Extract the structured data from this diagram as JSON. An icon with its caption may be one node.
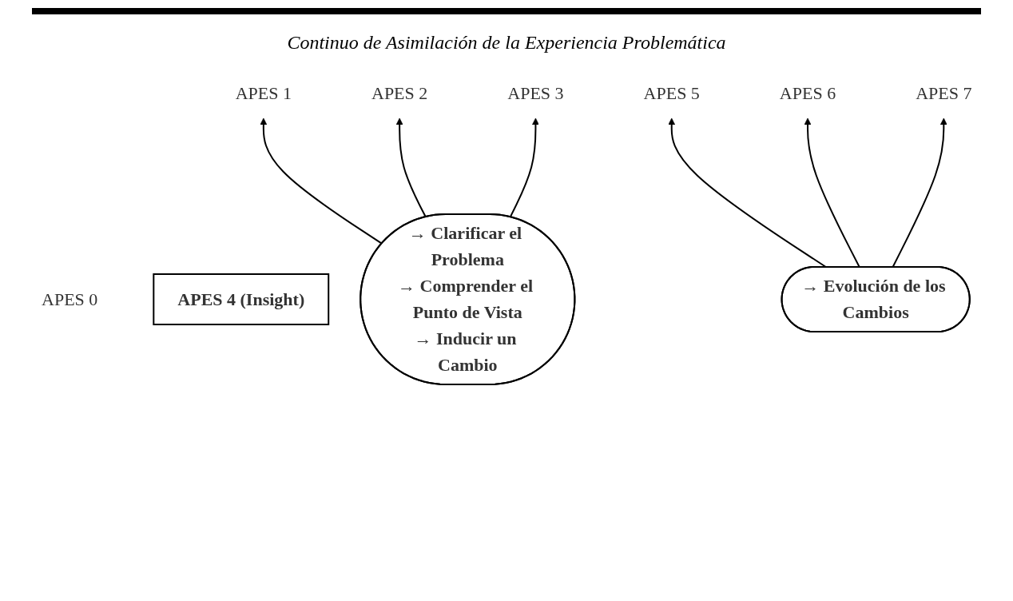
{
  "diagram": {
    "title": "Continuo de Asimilación de la Experiencia Problemática",
    "nodes": [
      {
        "text": [
          "APES 0"
        ]
      },
      {
        "text": [
          "APES 1"
        ]
      },
      {
        "text": [
          "APES 2"
        ]
      },
      {
        "text": [
          "APES 3"
        ]
      },
      {
        "text": [
          "APES 4 (Insight)"
        ]
      },
      {
        "text": [
          "APES 5"
        ]
      },
      {
        "text": [
          "APES 6"
        ]
      },
      {
        "text": [
          "APES 7"
        ]
      },
      {
        "text": [
          "→ Clarificar el Problema",
          "→ Comprender el Punto de Vista",
          "→ Inducir un Cambio"
        ]
      },
      {
        "text": [
          "→ Evolución de los Cambios"
        ]
      }
    ],
    "edges": [
      {
        "from": 8,
        "to": 1,
        "arrow": "to"
      },
      {
        "from": 8,
        "to": 2,
        "arrow": "to"
      },
      {
        "from": 8,
        "to": 3,
        "arrow": "to"
      },
      {
        "from": 9,
        "to": 5,
        "arrow": "to"
      },
      {
        "from": 9,
        "to": 6,
        "arrow": "to"
      },
      {
        "from": 9,
        "to": 7,
        "arrow": "to"
      }
    ]
  }
}
